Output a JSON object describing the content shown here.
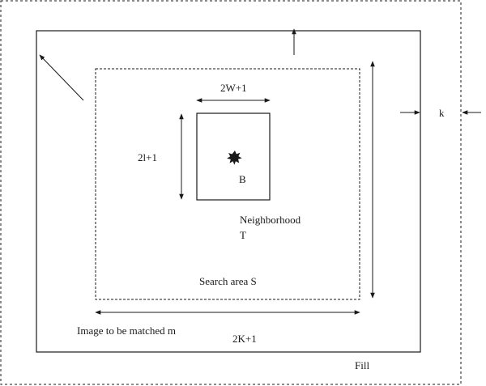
{
  "labels": {
    "two_w_plus_1": "2W+1",
    "two_l_plus_1": "2l+1",
    "point_b": "B",
    "neighborhood_line1": "Neighborhood",
    "neighborhood_line2": "T",
    "search_area": "Search area S",
    "image_to_match": "Image to be matched m",
    "two_k_plus_1": "2K+1",
    "k": "k",
    "fill": "Fill"
  },
  "colors": {
    "stroke": "#1a1a1a",
    "background": "#ffffff"
  }
}
